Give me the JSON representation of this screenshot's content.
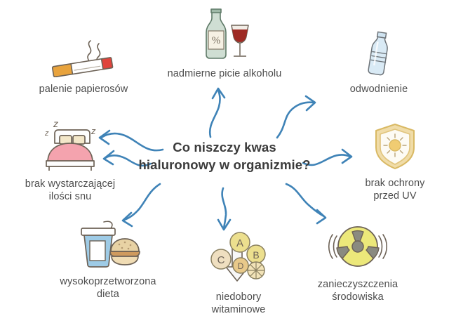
{
  "center": {
    "title": "Co niszczy kwas\nhialuronowy w organizmie?"
  },
  "colors": {
    "background": "#ffffff",
    "arrow": "#3f83b7",
    "title_text": "#3b3b3b",
    "label_text": "#4d4d4d",
    "bottle_green": "#8fae9b",
    "wine_red": "#9e2a24",
    "cigarette_orange": "#e8a33d",
    "cigarette_tip": "#e0443c",
    "water_blue": "#bcd8ea",
    "bed_pink": "#f4a3ae",
    "shield_gold": "#e4c36a",
    "cup_blue": "#7cb9dd",
    "burger_tan": "#e8d2a4",
    "vitamin_yellow": "#ecdf8e",
    "vitamin_cream": "#efdfc0",
    "hazard_yellow": "#ece87a",
    "hazard_grey": "#8a8a80"
  },
  "nodes": [
    {
      "id": "smoking",
      "icon": "cigarette-icon",
      "label": "palenie papierosów"
    },
    {
      "id": "alcohol",
      "icon": "alcohol-bottle-and-wine-glass-icon",
      "label": "nadmierne picie alkoholu"
    },
    {
      "id": "dehydration",
      "icon": "water-bottle-icon",
      "label": "odwodnienie"
    },
    {
      "id": "sleep",
      "icon": "bed-sleep-icon",
      "label": "brak wystarczającej\nilości snu"
    },
    {
      "id": "uv",
      "icon": "sun-shield-icon",
      "label": "brak ochrony\nprzed UV"
    },
    {
      "id": "diet",
      "icon": "fast-food-icon",
      "label": "wysokoprzetworzona\ndieta"
    },
    {
      "id": "vitamins",
      "icon": "vitamin-deficiency-icon",
      "label": "niedobory\nwitaminowe"
    },
    {
      "id": "pollution",
      "icon": "radiation-hazard-icon",
      "label": "zanieczyszczenia\nśrodowiska"
    }
  ],
  "vitamin_letters": [
    "A",
    "B",
    "C",
    "D"
  ],
  "bottle_label_symbol": "%",
  "sleep_z_marks": [
    "z",
    "z",
    "z"
  ],
  "arrow_count": 8
}
